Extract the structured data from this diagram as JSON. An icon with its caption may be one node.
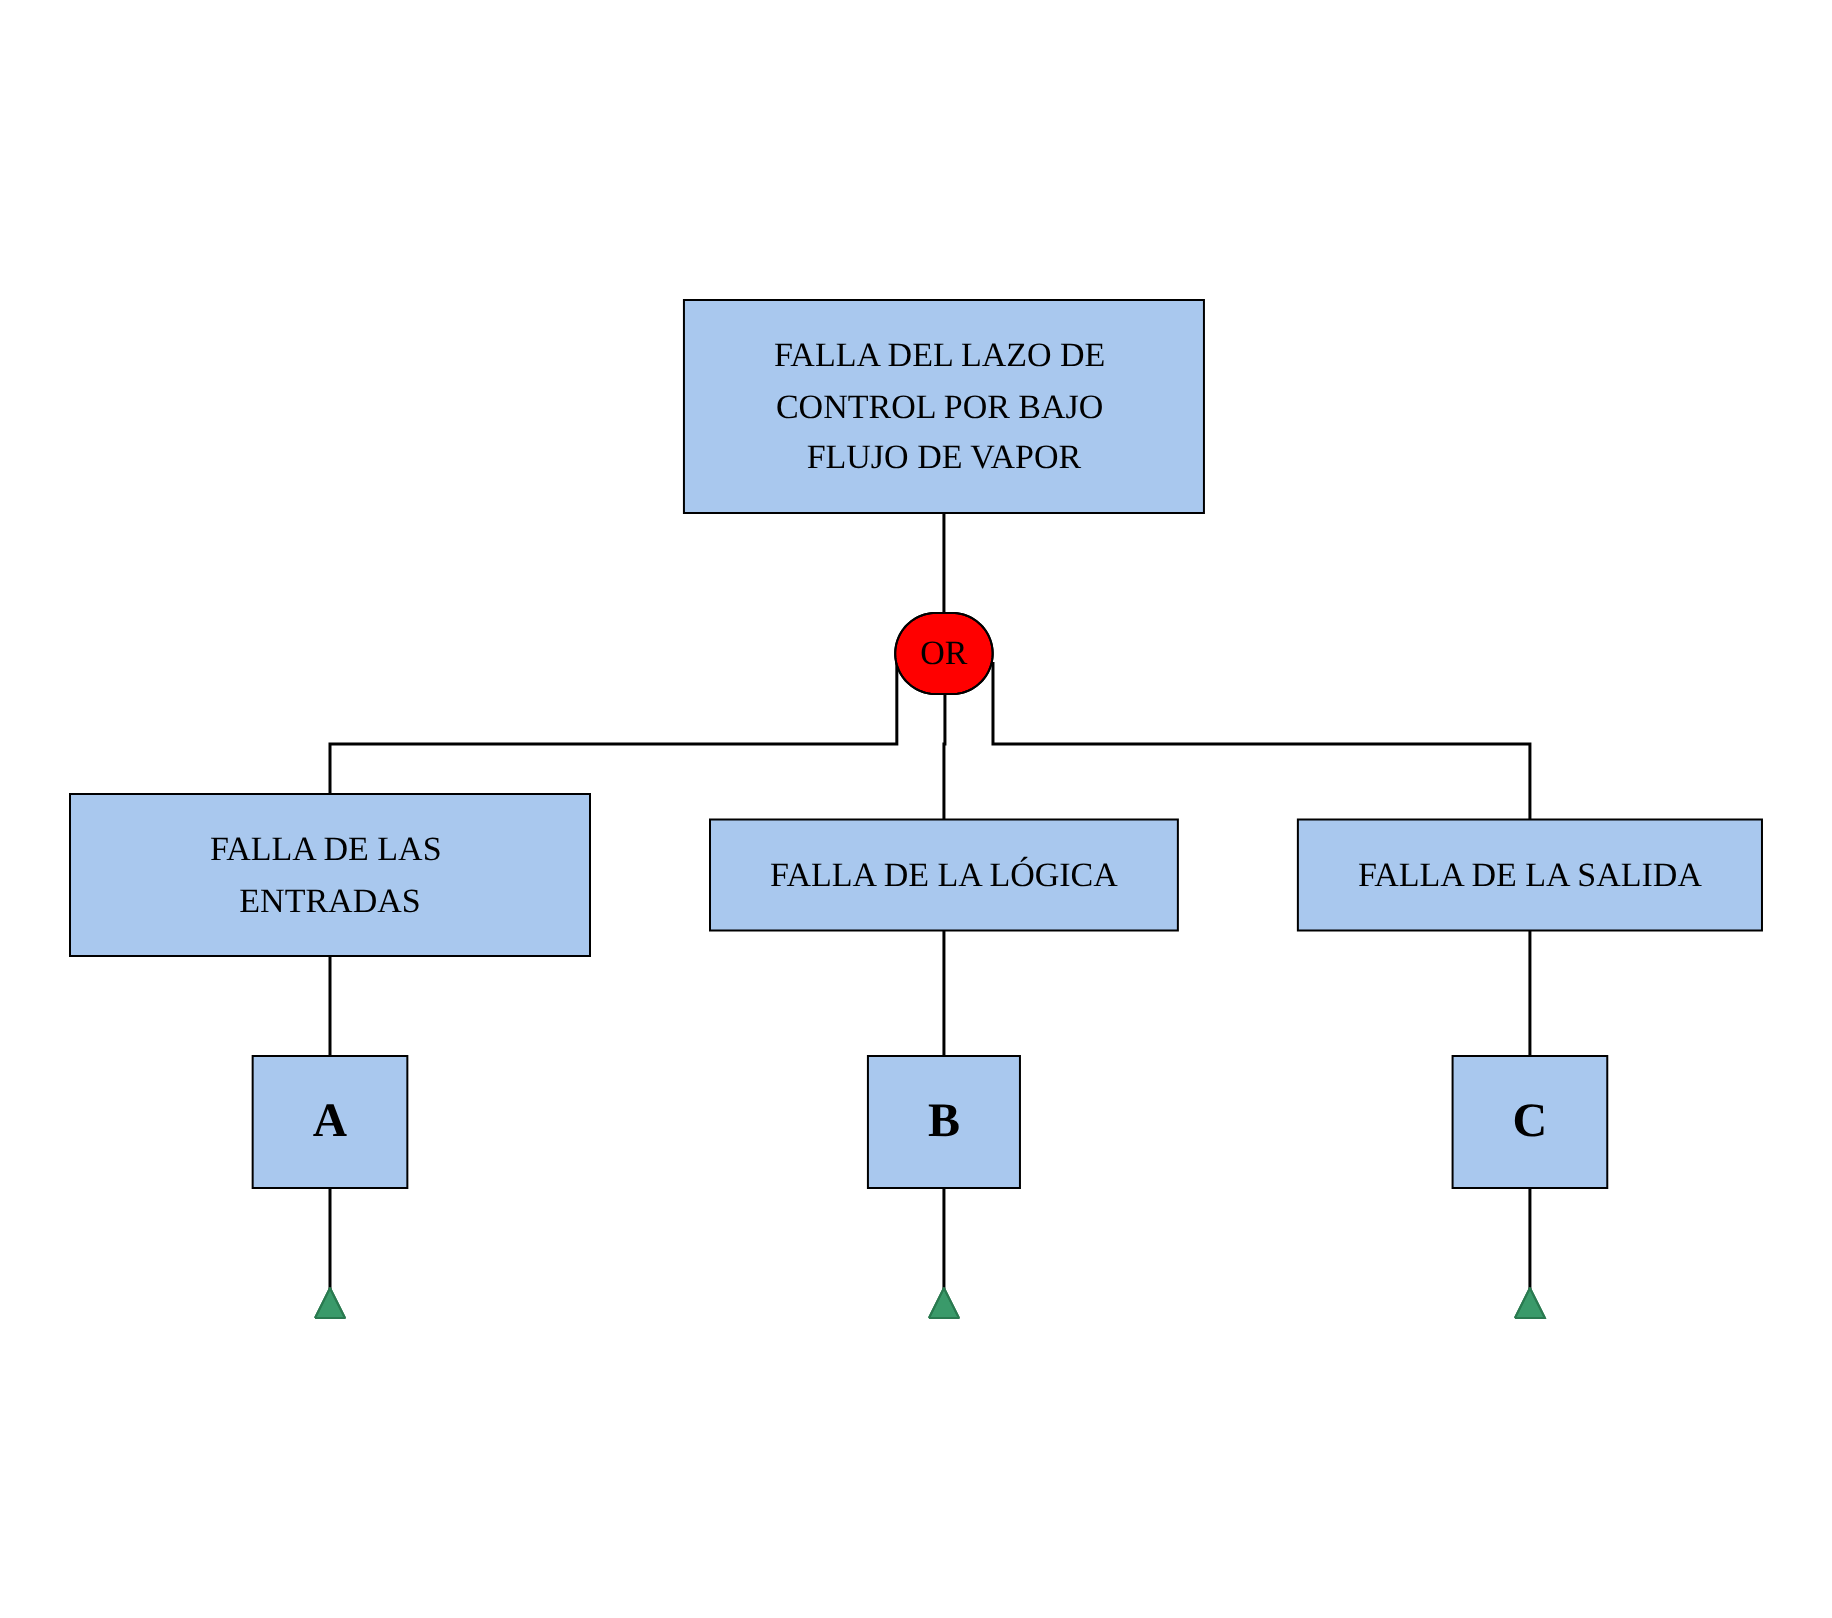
{
  "diagram": {
    "nodes": [
      {
        "text": [
          "FALLA DEL LAZO DE CONTROL POR BAJO FLUJO DE VAPOR"
        ]
      },
      {
        "text": [
          "OR"
        ]
      },
      {
        "text": [
          "FALLA DE LAS ENTRADAS"
        ]
      },
      {
        "text": [
          "FALLA DE LA LÓGICA"
        ]
      },
      {
        "text": [
          "FALLA DE LA SALIDA"
        ]
      },
      {
        "text": [
          "A"
        ]
      },
      {
        "text": [
          "B"
        ]
      },
      {
        "text": [
          "C"
        ]
      },
      {
        "text": [],
        "shape": "triangle"
      },
      {
        "text": [],
        "shape": "triangle"
      },
      {
        "text": [],
        "shape": "triangle"
      }
    ],
    "edges": [
      {
        "from": 0,
        "to": 1,
        "arrow": "none"
      },
      {
        "from": 1,
        "to": 2,
        "arrow": "none"
      },
      {
        "from": 1,
        "to": 3,
        "arrow": "none"
      },
      {
        "from": 1,
        "to": 4,
        "arrow": "none"
      },
      {
        "from": 2,
        "to": 5,
        "arrow": "none"
      },
      {
        "from": 3,
        "to": 6,
        "arrow": "none"
      },
      {
        "from": 4,
        "to": 7,
        "arrow": "none"
      },
      {
        "from": 5,
        "to": 8,
        "arrow": "none"
      },
      {
        "from": 6,
        "to": 9,
        "arrow": "none"
      },
      {
        "from": 7,
        "to": 10,
        "arrow": "none"
      }
    ]
  }
}
